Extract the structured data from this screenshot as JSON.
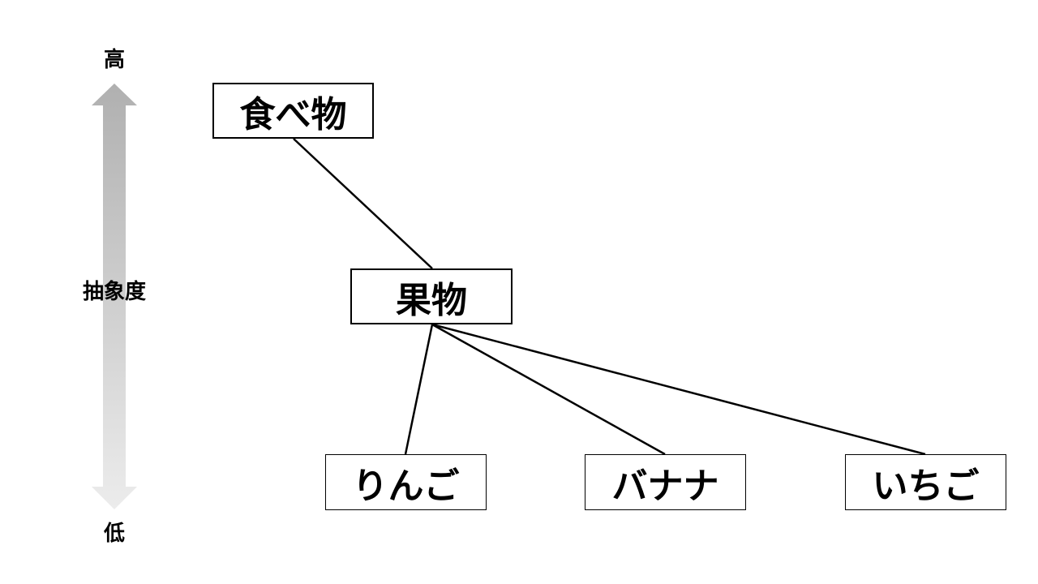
{
  "axis": {
    "top_label": "高",
    "middle_label": "抽象度",
    "bottom_label": "低",
    "gradient_top_color": "#b0b0b0",
    "gradient_bottom_color": "#ececec"
  },
  "nodes": {
    "root": "食べ物",
    "middle": "果物",
    "leaves": [
      "りんご",
      "バナナ",
      "いちご"
    ]
  },
  "edges": [
    [
      "食べ物",
      "果物"
    ],
    [
      "果物",
      "りんご"
    ],
    [
      "果物",
      "バナナ"
    ],
    [
      "果物",
      "いちご"
    ]
  ],
  "colors": {
    "line": "#000000",
    "box_border": "#000000",
    "background": "#ffffff"
  }
}
